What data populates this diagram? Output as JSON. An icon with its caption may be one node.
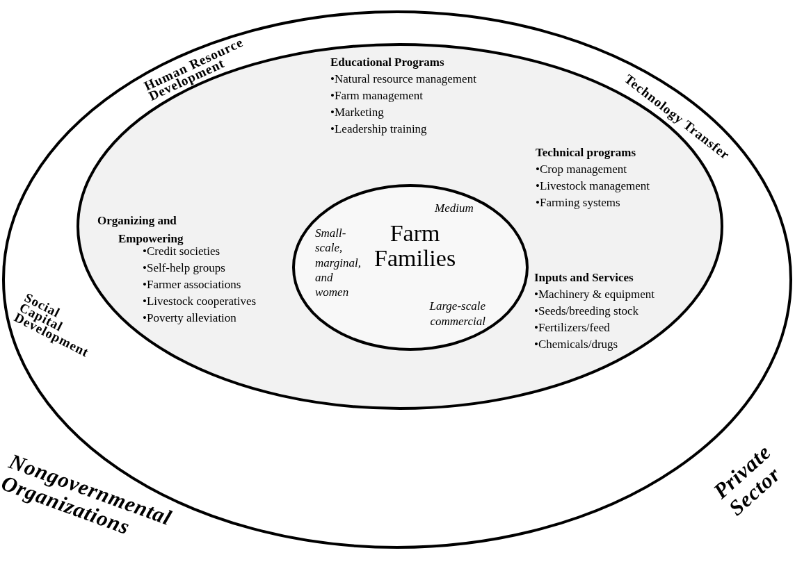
{
  "diagram": {
    "nodes": [
      {
        "text": [
          "Human Resource Development",
          "Technology Transfer",
          "Social Capital Development"
        ]
      },
      {
        "text": [
          "Educational Programs",
          "•Natural resource management",
          "•Farm management",
          "•Marketing",
          "•Leadership training",
          "Technical programs",
          "•Crop management",
          "•Livestock management",
          "•Farming systems",
          "Organizing and Empowering",
          "•Credit societies",
          "•Self-help groups",
          "•Farmer associations",
          "•Livestock cooperatives",
          "•Poverty alleviation",
          "Inputs and Services",
          "•Machinery & equipment",
          "•Seeds/breeding stock",
          "•Fertilizers/feed",
          "•Chemicals/drugs"
        ],
        "in": 0
      },
      {
        "text": [
          "Farm Families",
          "Medium",
          "Small-scale, marginal, and women",
          "Large-scale commercial"
        ],
        "in": 1
      }
    ],
    "edges": [],
    "labels": [
      "Nongovernmental Organizations",
      "Private Sector"
    ]
  }
}
